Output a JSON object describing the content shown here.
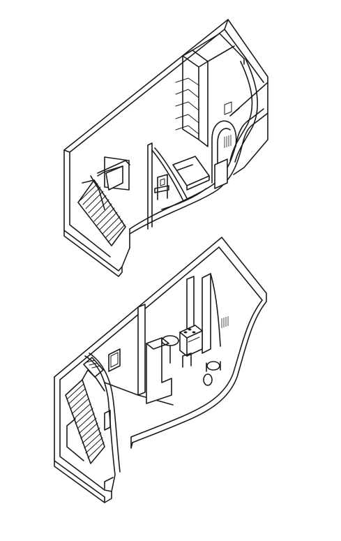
{
  "drawing": {
    "kind": "isometric-cutaway",
    "levels": [
      "upper",
      "lower"
    ],
    "ink_color": "#1a1a1a",
    "paper_color": "#ffffff"
  }
}
